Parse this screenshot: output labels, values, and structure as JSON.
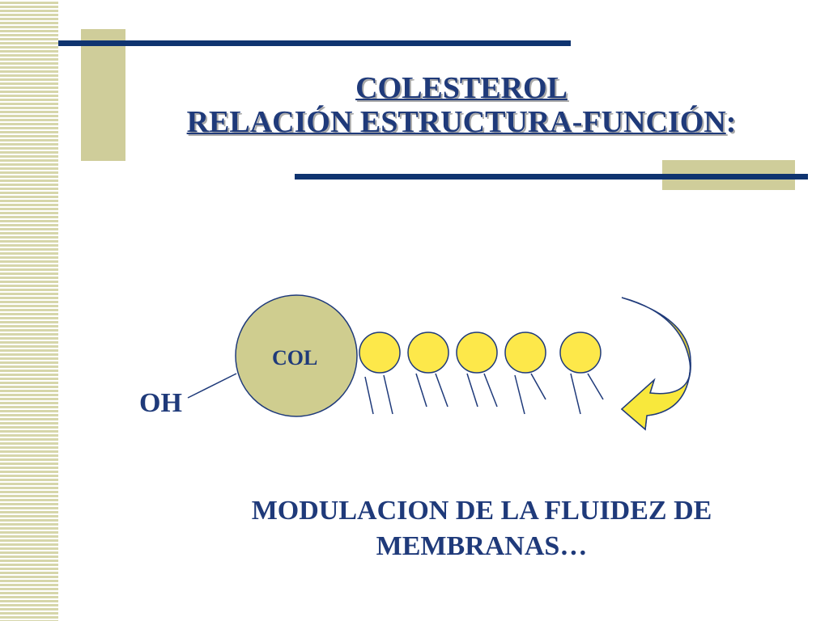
{
  "title": {
    "line1": "COLESTEROL",
    "line2_underlined": "RELACIÓN ESTRUCTURA-FUNCIÓN",
    "line2_suffix": ":"
  },
  "diagram": {
    "cholesterol_label": "COL",
    "hydroxyl_label": "OH",
    "lipid_heads": 5,
    "colors": {
      "cholesterol_fill": "#cfcd8f",
      "lipid_head_fill": "#fde84a",
      "arrow_fill": "#d6c640",
      "arrow_light": "#f8e83c",
      "outline": "#1f3a7a"
    }
  },
  "caption": {
    "line1": "MODULACION DE LA FLUIDEZ DE",
    "line2": "MEMBRANAS…"
  },
  "decor": {
    "navy": "#0f3470",
    "olive": "#cfcd9a"
  }
}
